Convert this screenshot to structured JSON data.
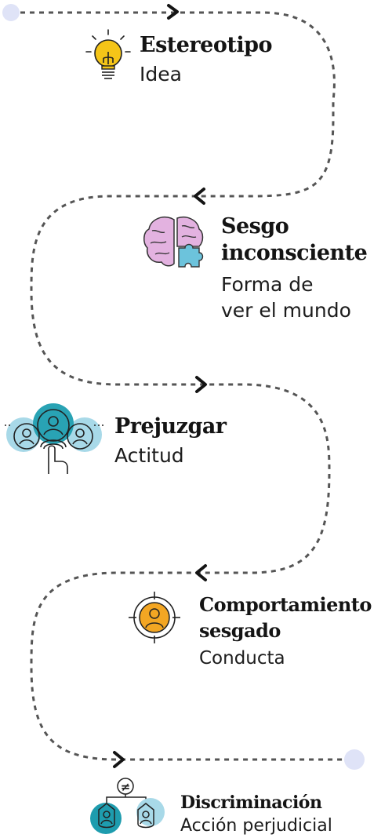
{
  "steps": [
    {
      "title": "Estereotipo",
      "subtitle": "Idea",
      "icon": "lightbulb-icon"
    },
    {
      "title_line1": "Sesgo",
      "title_line2": "inconsciente",
      "subtitle_line1": "Forma de",
      "subtitle_line2": "ver el mundo",
      "icon": "brain-puzzle-icon"
    },
    {
      "title": "Prejuzgar",
      "subtitle": "Actitud",
      "icon": "people-select-icon"
    },
    {
      "title_line1": "Comportamiento",
      "title_line2": "sesgado",
      "subtitle": "Conducta",
      "icon": "target-person-icon"
    },
    {
      "title": "Discriminación",
      "subtitle": "Acción perjudicial",
      "icon": "not-equal-people-icon"
    }
  ],
  "colors": {
    "path": "#555555",
    "endpoint": "#dfe3f7",
    "bulb": "#f5c518",
    "brain": "#e3b2e0",
    "puzzle": "#6cc3dc",
    "teal": "#29a3b4",
    "light_blue": "#a8d9e8",
    "orange": "#f3a623",
    "dark_teal": "#1e9cae"
  }
}
